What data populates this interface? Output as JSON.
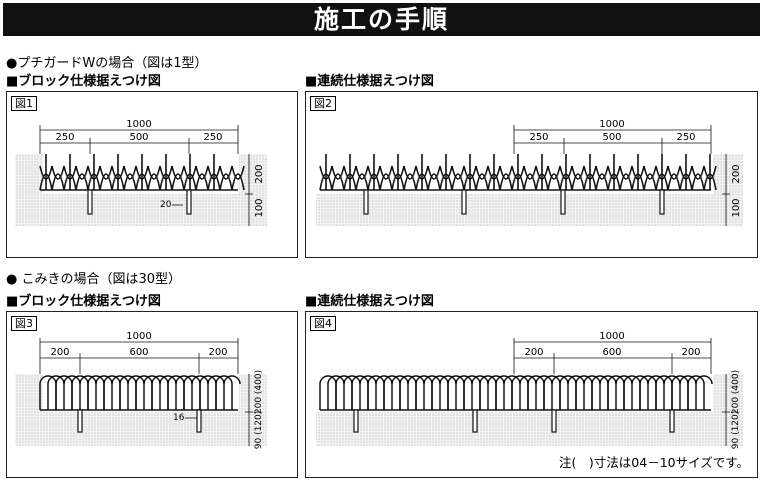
{
  "title": "施工の手順",
  "section_w": {
    "heading": "●プチガードWの場合（図は1型）",
    "block": {
      "caption": "■ブロック仕様据えつけ図",
      "fig_label": "図1",
      "total": "1000",
      "dims": [
        "250",
        "500",
        "250"
      ],
      "height_top": "200",
      "height_bottom": "100",
      "post": "20"
    },
    "continuous": {
      "caption": "■連続仕様据えつけ図",
      "fig_label": "図2",
      "total": "1000",
      "dims": [
        "250",
        "500",
        "250"
      ],
      "height_top": "200",
      "height_bottom": "100"
    }
  },
  "section_komiki": {
    "heading": "● こみきの場合（図は30型）",
    "block": {
      "caption": "■ブロック仕様据えつけ図",
      "fig_label": "図3",
      "total": "1000",
      "dims": [
        "200",
        "600",
        "200"
      ],
      "height_top": "200\n(400)",
      "height_bottom": "90\n(120)",
      "post": "16"
    },
    "continuous": {
      "caption": "■連続仕様据えつけ図",
      "fig_label": "図4",
      "total": "1000",
      "dims": [
        "200",
        "600",
        "200"
      ],
      "height_top": "200\n(400)",
      "height_bottom": "90\n(120)"
    }
  },
  "note": "注(　)寸法は04－10サイズです。"
}
